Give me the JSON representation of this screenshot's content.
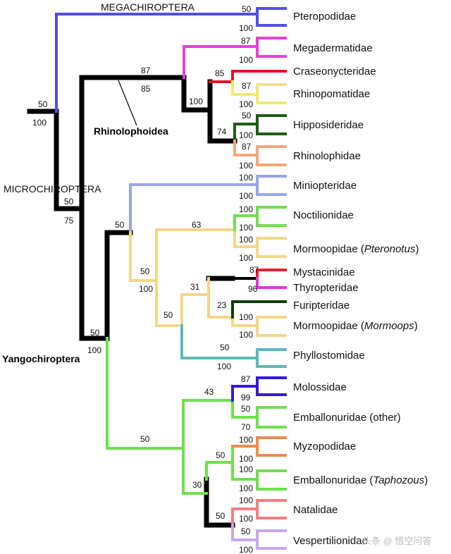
{
  "colors": {
    "black": "#000000",
    "mega": "#4f4fe6",
    "megaderm": "#e840d8",
    "crase": "#e8102a",
    "rhinopoma": "#f3e96a",
    "hippo": "#1e5c15",
    "rhinoloph": "#f4a67a",
    "minio": "#9aa6e8",
    "green": "#6fe04d",
    "tan": "#f3d787",
    "mystac": "#ee1d2d",
    "thyro": "#e336d4",
    "furip": "#0f3d0a",
    "phyllo": "#5cb9b7",
    "moloss": "#3a17d8",
    "myzo": "#f08a4a",
    "natal": "#f0807f",
    "vesper": "#c9a7ea"
  },
  "groups": {
    "megachiroptera": "MEGACHIROPTERA",
    "microchiroptera": "MICROCHIROPTERA",
    "rhinolophoidea": "Rhinolophoidea",
    "yangochiroptera": "Yangochiroptera"
  },
  "taxa": {
    "pteropodidae": "Pteropodidae",
    "megadermatidae": "Megadermatidae",
    "craseonycteridae": "Craseonycteridae",
    "rhinopomatidae": "Rhinopomatidae",
    "hipposideridae": "Hipposideridae",
    "rhinolophidae": "Rhinolophidae",
    "miniopteridae": "Miniopteridae",
    "noctilionidae": "Noctilionidae",
    "mormoopidae_pteronotus": {
      "name": "Mormoopidae (",
      "genus": "Pteronotus",
      "close": ")"
    },
    "mystacinidae": "Mystacinidae",
    "thyropteridae": "Thyropteridae",
    "furipteridae": "Furipteridae",
    "mormoopidae_mormoops": {
      "name": "Mormoopidae (",
      "genus": "Mormoops",
      "close": ")"
    },
    "phyllostomidae": "Phyllostomidae",
    "molossidae": "Molossidae",
    "emballonuridae_other": "Emballonuridae (other)",
    "myzopodidae": "Myzopodidae",
    "emballonuridae_taphozous": {
      "name": "Emballonuridae (",
      "genus": "Taphozous",
      "close": ")"
    },
    "natalidae": "Natalidae",
    "vespertilionidae": "Vespertilionidae"
  },
  "support": {
    "root_a": "50",
    "root_b": "100",
    "mega_a": "50",
    "mega_b": "100",
    "rhino_a": "87",
    "rhino_b": "85",
    "micro_a": "50",
    "micro_b": "75",
    "megad_a": "87",
    "megad_b": "100",
    "rg_node": "100",
    "crase_node": "85",
    "rhinopoma_a": "87",
    "rhinopoma_b": "100",
    "hippo_node": "74",
    "hippo_a": "50",
    "hippo_b": "100",
    "rhinol_a": "87",
    "rhinol_b": "100",
    "yango_a": "50",
    "yango_b": "100",
    "yA_node": "50",
    "minio_a": "100",
    "minio_b": "100",
    "tan_a": "50",
    "tan_b": "100",
    "noct_node": "63",
    "noct_a": "100",
    "noct_b": "100",
    "pter_a": "100",
    "pter_b": "100",
    "gB_node": "50",
    "g31_node": "31",
    "myst_a": "87",
    "myst_b": "96",
    "furip_node": "23",
    "mormoops_a": "100",
    "mormoops_b": "100",
    "phyllo_a": "50",
    "phyllo_b": "100",
    "green_node": "50",
    "mol_node": "43",
    "mol_a": "87",
    "mol_b": "99",
    "emb_a": "50",
    "emb_b": "70",
    "myzo_node": "50",
    "myzo_a": "100",
    "myzo_b": "100",
    "taph_a": "100",
    "taph_b": "100",
    "nv_node": "30",
    "natal_node": "50",
    "natal_a": "100",
    "natal_b": "100",
    "vesp_a": "50",
    "vesp_b": "100"
  },
  "watermark": "头条 @ 悟空问答"
}
